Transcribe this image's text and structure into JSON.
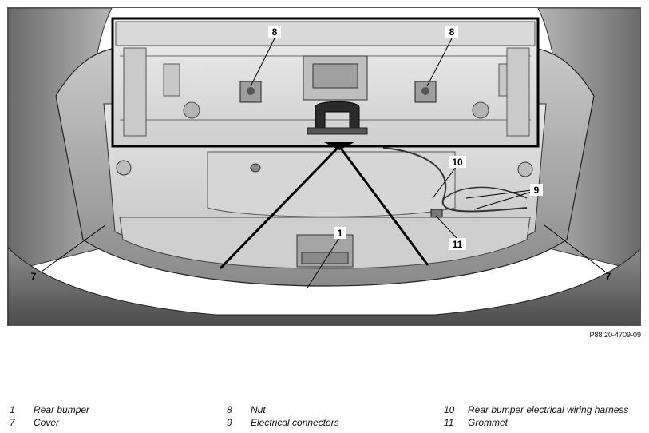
{
  "figure": {
    "reference_code": "P88.20-4709-09",
    "callouts": {
      "c1": "1",
      "c7_left": "7",
      "c7_right": "7",
      "c8_left": "8",
      "c8_right": "8",
      "c9": "9",
      "c10": "10",
      "c11": "11"
    }
  },
  "legend": {
    "items": [
      {
        "number": "1",
        "label": "Rear bumper"
      },
      {
        "number": "7",
        "label": "Cover"
      },
      {
        "number": "8",
        "label": "Nut"
      },
      {
        "number": "9",
        "label": "Electrical connectors"
      },
      {
        "number": "10",
        "label": "Rear bumper electrical wiring harness"
      },
      {
        "number": "11",
        "label": "Grommet"
      }
    ]
  },
  "colors": {
    "line": "#000000",
    "car_body": "#9a9a9a",
    "bumper": "#6e6e6e",
    "background": "#ffffff"
  }
}
